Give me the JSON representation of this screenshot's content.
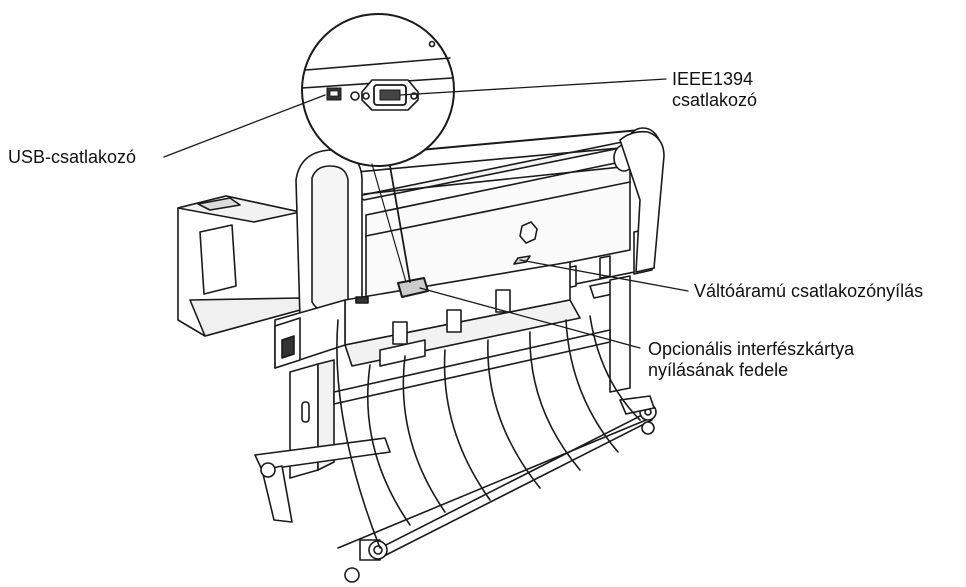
{
  "labels": {
    "usb": "USB-csatlakozó",
    "ieee_line1": "IEEE1394",
    "ieee_line2": "csatlakozó",
    "ac": "Váltóáramú csatlakozónyílás",
    "option_line1": "Opcionális interfészkártya",
    "option_line2": "nyílásának fedele"
  },
  "colors": {
    "line": "#1a1a1a",
    "fill": "#ffffff",
    "shade": "#e6e6e6",
    "dark": "#333333"
  }
}
